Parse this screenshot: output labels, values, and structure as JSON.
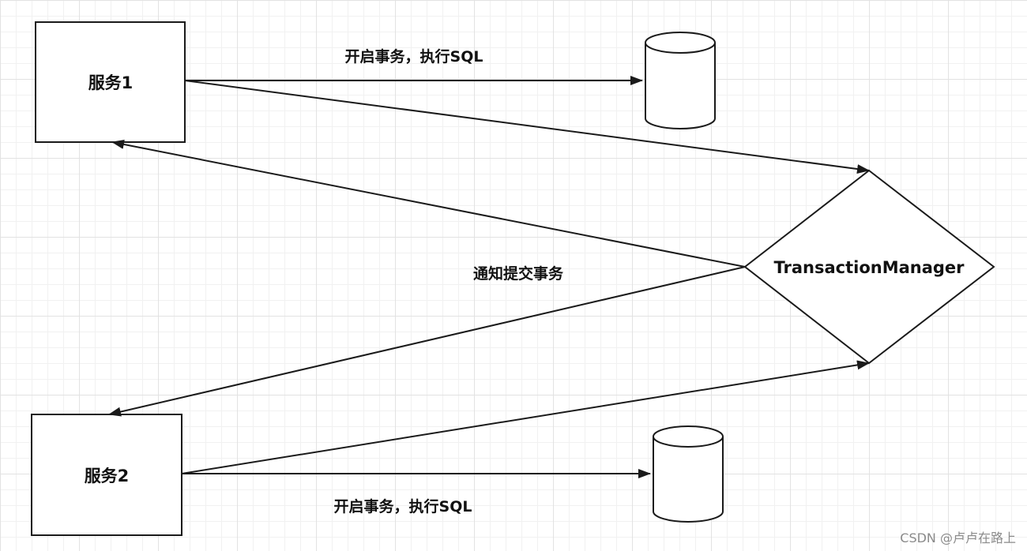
{
  "nodes": {
    "service1": {
      "label": "服务1"
    },
    "service2": {
      "label": "服务2"
    },
    "transaction_manager": {
      "label": "TransactionManager"
    },
    "database1": {
      "label": ""
    },
    "database2": {
      "label": ""
    }
  },
  "edges": {
    "service1_to_db": {
      "label": "开启事务，执行SQL"
    },
    "service2_to_db": {
      "label": "开启事务，执行SQL"
    },
    "notify_commit": {
      "label": "通知提交事务"
    }
  },
  "watermark": "CSDN @卢卢在路上",
  "colors": {
    "stroke": "#1a1a1a",
    "grid": "#e2e2e2",
    "background": "#ffffff"
  }
}
